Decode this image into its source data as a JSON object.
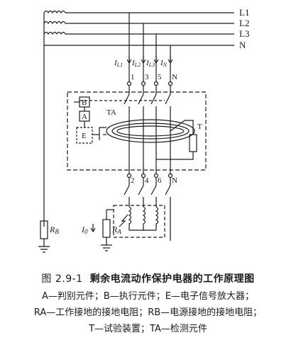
{
  "lines": {
    "l1": "L1",
    "l2": "L2",
    "l3": "L3",
    "n": "N"
  },
  "currents": {
    "il1": {
      "main": "I",
      "sub": "L1"
    },
    "il2": {
      "main": "I",
      "sub": "L2"
    },
    "il3": {
      "main": "I",
      "sub": "L3"
    },
    "in": {
      "main": "I",
      "sub": "N"
    }
  },
  "terminals_top": [
    "1",
    "3",
    "5",
    "N"
  ],
  "terminals_bottom": [
    "2",
    "4",
    "6",
    "N"
  ],
  "blocks": {
    "b": "B",
    "a": "A",
    "e": "E",
    "ta": "TA",
    "t": "T"
  },
  "resistors": {
    "rb": {
      "main": "R",
      "sub": "B"
    },
    "ra": {
      "main": "R",
      "sub": "A"
    },
    "i0": {
      "main": "I",
      "sub": "0"
    }
  },
  "caption": {
    "fig_no": "图 2.9-1",
    "title": "剩余电流动作保护电器的工作原理图",
    "line1": "A—判别元件；B—执行元件；E—电子信号放大器；",
    "line2": "RA—工作接地的接地电阻；RB—电源接地的接地电阻；",
    "line3": "T—试验装置；TA—检测元件"
  }
}
